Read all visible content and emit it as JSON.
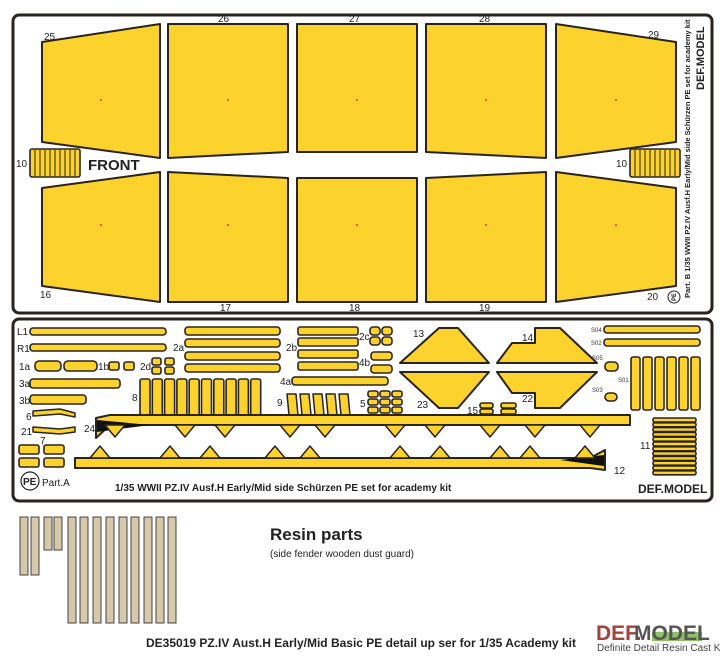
{
  "colors": {
    "brass": "#fcd22c",
    "outline": "#2a2420",
    "resin": "#d6c8a8",
    "logo_red": "#a3423a",
    "logo_gray": "#555555",
    "logo_green": "#8cc063"
  },
  "part_b": {
    "labels": {
      "p25": "25",
      "p26": "26",
      "p27": "27",
      "p28": "28",
      "p29": "29",
      "p16": "16",
      "p17": "17",
      "p18": "18",
      "p19": "19",
      "p20": "20",
      "p10_left": "10",
      "p10_right": "10"
    },
    "front": "FRONT",
    "side_title": "Part. B  1/35 WWII PZ.IV Ausf.H Early/Mid side Schürzen PE set for academy kit",
    "side_logo": "DEF.MODEL",
    "badge": "PE"
  },
  "part_a": {
    "labels": {
      "L1": "L1",
      "R1": "R1",
      "1a": "1a",
      "1b": "1b",
      "2a": "2a",
      "2b": "2b",
      "2c": "2c",
      "2d": "2d",
      "3a": "3a",
      "3b": "3b",
      "4a": "4a",
      "4b": "4b",
      "5": "5",
      "6": "6",
      "7": "7",
      "8": "8",
      "9": "9",
      "11": "11",
      "12": "12",
      "13": "13",
      "14": "14",
      "15": "15",
      "21": "21",
      "22": "22",
      "23": "23",
      "24": "24",
      "S01": "S01",
      "S02": "S02",
      "S03": "S03",
      "S04": "S04",
      "S05": "S05"
    },
    "badge": "PE",
    "part_name": "Part.A",
    "title": "1/35 WWII PZ.IV Ausf.H Early/Mid side Schürzen PE set for academy kit",
    "logo": "DEF.MODEL"
  },
  "resin": {
    "title": "Resin parts",
    "subtitle": "(side fender wooden dust guard)"
  },
  "footer": {
    "caption": "DE35019 PZ.IV Aust.H Early/Mid Basic PE detail up ser for 1/35 Academy kit",
    "logo_a": "DEF.",
    "logo_b": "MODEL",
    "logo_tagline": "Definite Detail Resin Cast Kit"
  }
}
